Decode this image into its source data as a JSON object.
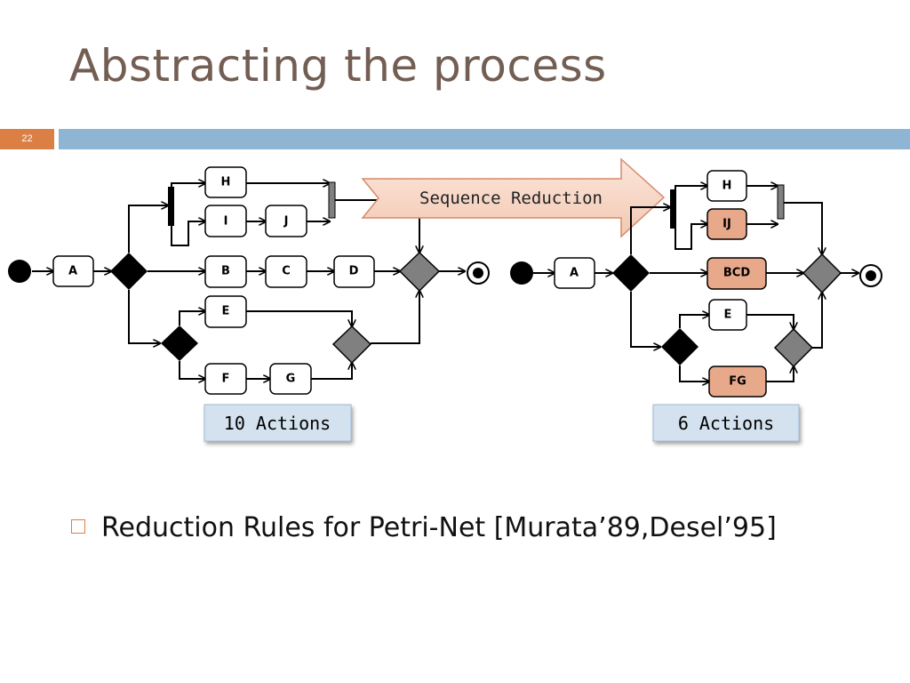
{
  "slide": {
    "title": "Abstracting the process",
    "number": "22"
  },
  "arrow_label": "Sequence Reduction",
  "left_diagram": {
    "nodes": {
      "A": "A",
      "H": "H",
      "I": "I",
      "J": "J",
      "B": "B",
      "C": "C",
      "D": "D",
      "E": "E",
      "F": "F",
      "G": "G"
    },
    "caption": "10 Actions"
  },
  "right_diagram": {
    "nodes": {
      "A": "A",
      "H": "H",
      "IJ": "IJ",
      "BCD": "BCD",
      "E": "E",
      "FG": "FG"
    },
    "caption": "6 Actions"
  },
  "bullet": "Reduction Rules for Petri-Net [Murata’89,Desel’95]",
  "colors": {
    "title": "#735e53",
    "accent_orange": "#dc7f45",
    "bar_blue": "#8fb5d4",
    "merged_node": "#e8a98b",
    "caption_bg": "#d4e2ef"
  }
}
